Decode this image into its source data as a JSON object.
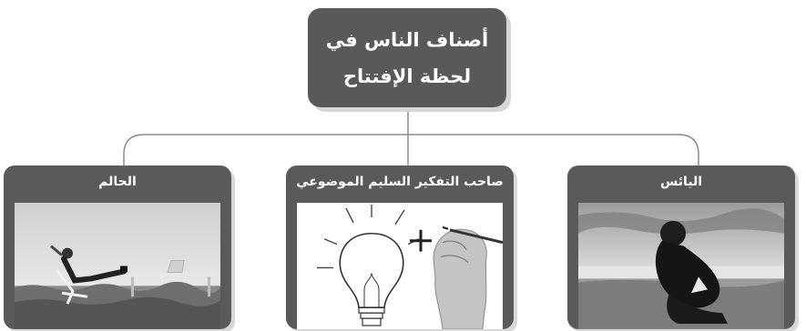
{
  "root": {
    "line1": "أصناف الناس في",
    "line2": "لحظة الإفتتاح"
  },
  "cards": [
    {
      "title": "الحالم"
    },
    {
      "title": "صاحب التفكير السليم الموضوعي"
    },
    {
      "title": "اليائس"
    }
  ],
  "colors": {
    "box": "#595959",
    "text": "#ffffff",
    "shadow": "#d6d6d6",
    "connector": "#8c8c8c"
  }
}
